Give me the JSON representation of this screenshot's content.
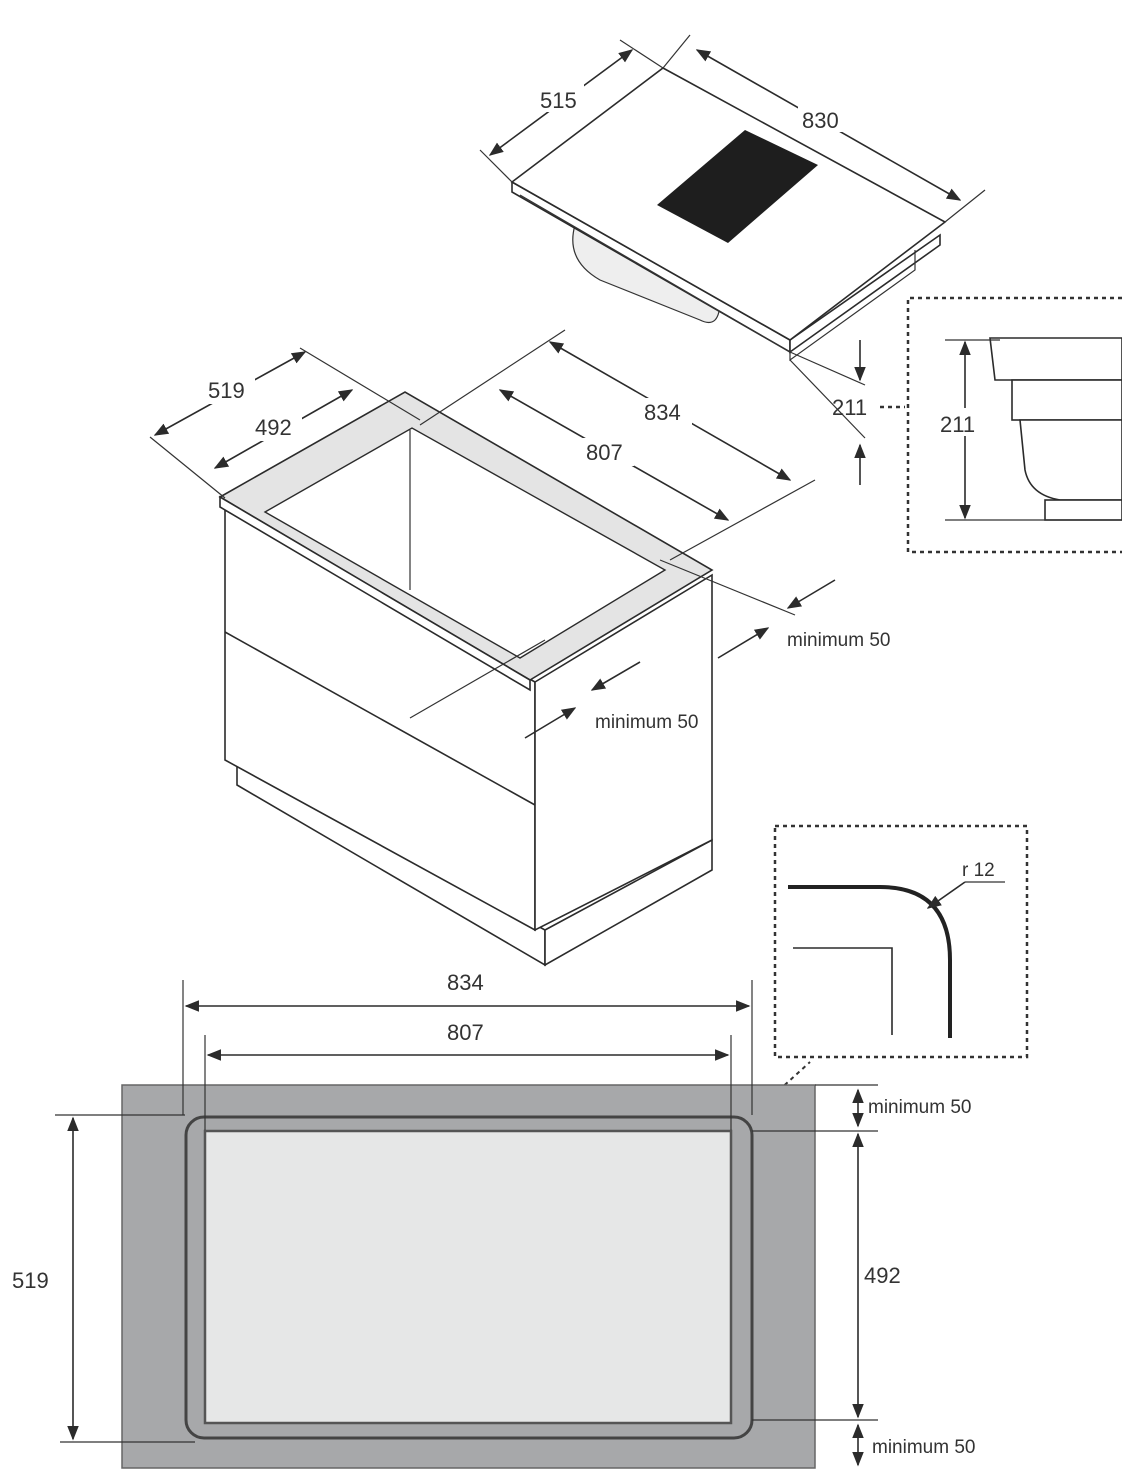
{
  "cooktop": {
    "depth": "515",
    "width": "830",
    "height": "211"
  },
  "inset_height": {
    "height": "211"
  },
  "cabinet": {
    "outer_depth": "519",
    "inner_depth": "492",
    "outer_width": "834",
    "inner_width": "807",
    "clearance_back": "minimum 50",
    "clearance_side": "minimum 50"
  },
  "plan": {
    "outer_width": "834",
    "inner_width": "807",
    "outer_depth": "519",
    "inner_depth": "492",
    "clearance_top": "minimum 50",
    "clearance_bottom": "minimum 50"
  },
  "corner_inset": {
    "radius": "r 12"
  },
  "colors": {
    "worktop": "#a7a8aa",
    "cutout": "#e6e7e7",
    "line": "#2b2b2b"
  }
}
